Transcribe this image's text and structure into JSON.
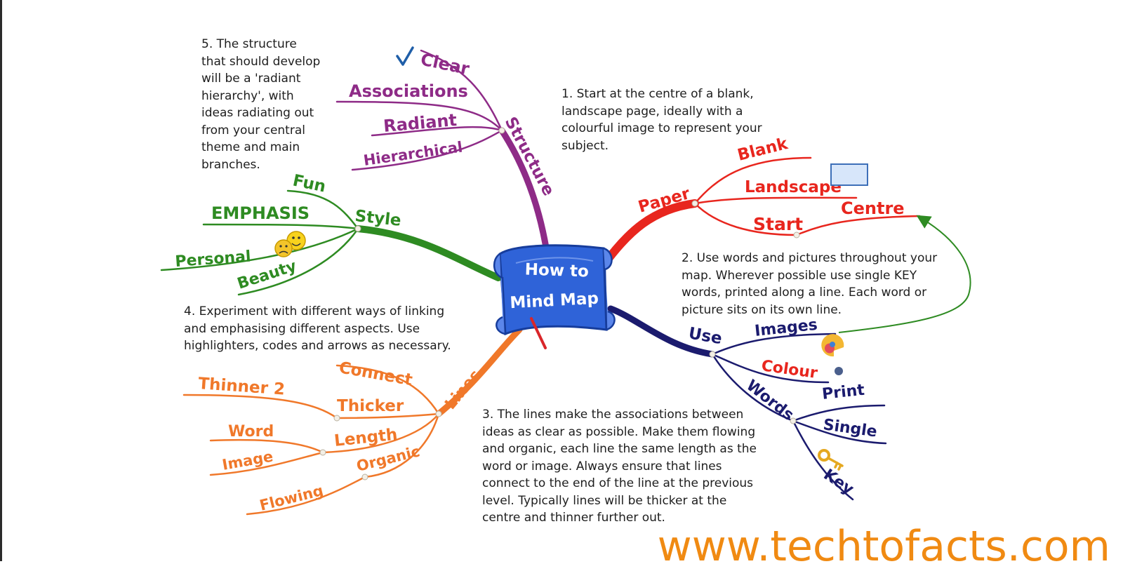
{
  "center": {
    "line1": "How to",
    "line2": "Mind Map"
  },
  "branches": {
    "structure": {
      "label": "Structure",
      "color": "#8e2b87",
      "words": {
        "clear": "Clear",
        "associations": "Associations",
        "radiant": "Radiant",
        "hierarchical": "Hierarchical"
      }
    },
    "paper": {
      "label": "Paper",
      "color": "#e8261e",
      "words": {
        "blank": "Blank",
        "landscape": "Landscape",
        "start": "Start",
        "centre": "Centre"
      }
    },
    "use": {
      "label": "Use",
      "color": "#1b1b6e",
      "words": {
        "images": "Images",
        "colour": "Colour",
        "words": "Words",
        "print": "Print",
        "single": "Single",
        "key": "Key"
      }
    },
    "style": {
      "label": "Style",
      "color": "#2e8b22",
      "words": {
        "fun": "Fun",
        "emphasis": "EMPHASIS",
        "personal": "Personal",
        "beauty": "Beauty"
      }
    },
    "lines": {
      "label": "Lines",
      "color": "#f0782a",
      "words": {
        "connect": "Connect",
        "thinner": "Thinner 2",
        "thicker": "Thicker",
        "word": "Word",
        "length": "Length",
        "image": "Image",
        "organic": "Organic",
        "flowing": "Flowing"
      }
    }
  },
  "notes": {
    "n1": [
      "1. Start at the centre of a blank,",
      "landscape page, ideally with a",
      "colourful image to represent your",
      "subject."
    ],
    "n2": [
      "2. Use words and pictures throughout your",
      "map. Wherever possible use single KEY",
      "words, printed along a line. Each word or",
      "picture sits on its own line."
    ],
    "n3": [
      "3. The lines make the associations between",
      "ideas as clear as possible. Make them flowing",
      "and organic, each line the same length as the",
      "word or image. Always ensure that lines",
      "connect to the end of the line at the previous",
      "level. Typically lines will be thicker at the",
      "centre and thinner further out."
    ],
    "n4": [
      "4. Experiment with different ways of linking",
      "and emphasising different aspects. Use",
      "highlighters, codes and arrows as necessary."
    ],
    "n5": [
      "5. The structure",
      "that should develop",
      "will be a 'radiant",
      "hierarchy', with",
      "ideas radiating out",
      "from your central",
      "theme and main",
      "branches."
    ]
  },
  "icons": {
    "check": "check-mark-icon",
    "landscape": "landscape-rectangle-icon",
    "smiley": "smiley-face-icon",
    "frown": "sad-face-icon",
    "palette": "colour-palette-icon",
    "key": "key-icon",
    "scroll": "scroll-icon"
  },
  "watermark": "www.techtofacts.com"
}
